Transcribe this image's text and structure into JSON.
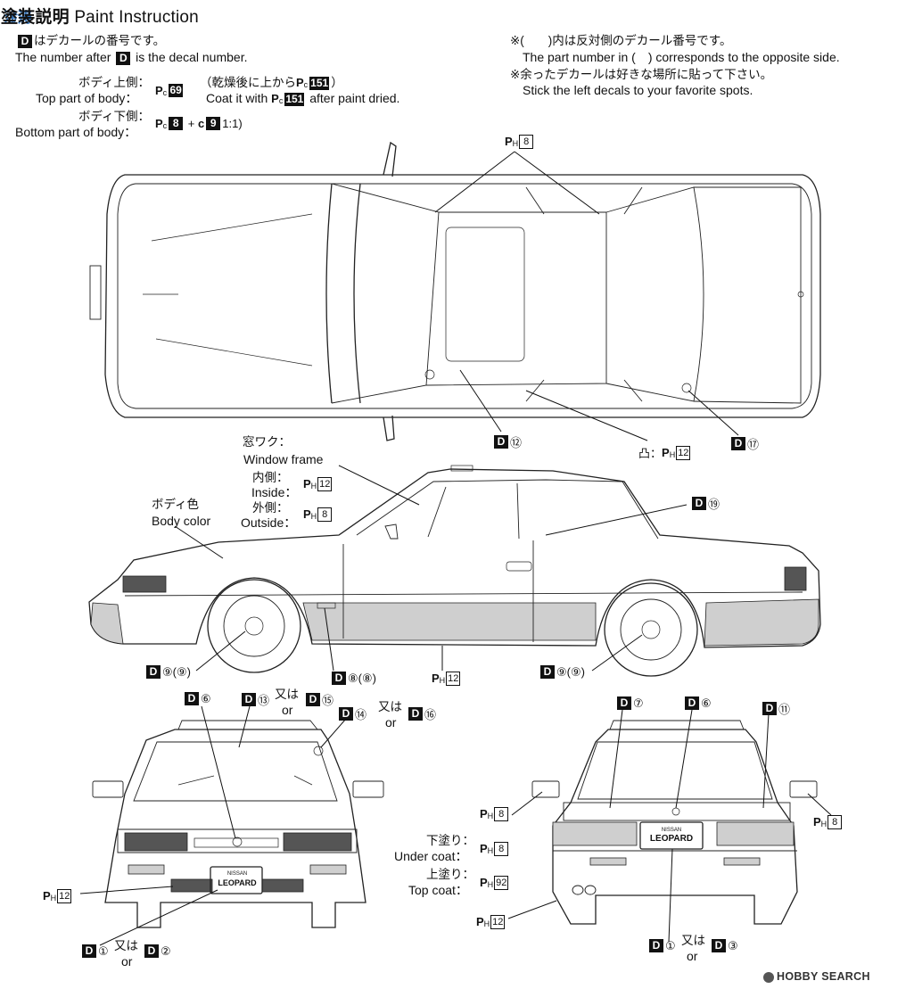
{
  "header": {
    "watermark": "淦涛",
    "title_jp": "塗装説明",
    "title_en": "Paint Instruction"
  },
  "note_decal": {
    "badge": "D",
    "jp": "はデカールの番号です。",
    "en_pre": "The number after",
    "en_post": "is the decal number."
  },
  "note_opposite": {
    "jp_pre": "※(　　)内は反対側のデカール番号です。",
    "en": "The part number in (　) corresponds to the opposite side.",
    "jp2": "※余ったデカールは好きな場所に貼って下さい。",
    "en2": "Stick the left decals to your favorite spots."
  },
  "paint_spec": {
    "top_jp": "ボディ上側：",
    "top_en": "Top part of body：",
    "top_code": "69",
    "top_note_jp": "（乾燥後に上から",
    "top_note_code": "151",
    "top_note_end": "）",
    "top_note_en_pre": "Coat it with",
    "top_note_en_post": "after paint dried.",
    "bottom_jp": "ボディ下側：",
    "bottom_en": "Bottom part of body：",
    "bottom_code1": "8",
    "bottom_code2": "9",
    "bottom_ratio": "1:1)",
    "pc": "Pc",
    "c": "c"
  },
  "top_view": {
    "roof_code": "8",
    "decal_left": "⑫",
    "decal_right": "⑰",
    "sunroof_symbol": "凸：",
    "sunroof_code": "12",
    "ph": "PH"
  },
  "side_view": {
    "window_frame_jp": "窓ワク：",
    "window_frame_en": "Window frame",
    "inside_jp": "内側：",
    "inside_en": "Inside：",
    "inside_code": "12",
    "outside_jp": "外側：",
    "outside_en": "Outside：",
    "outside_code": "8",
    "body_color_jp": "ボディ色",
    "body_color_en": "Body color",
    "decal_window": "⑲",
    "wheel_front": "⑨",
    "wheel_front_opp": "(⑨)",
    "emblem": "⑧",
    "emblem_opp": "(⑧)",
    "sill_code": "12",
    "wheel_rear": "⑨",
    "wheel_rear_opp": "(⑨)"
  },
  "front_view": {
    "d6": "⑥",
    "d13": "⑬",
    "or_jp": "又は",
    "or_en": "or",
    "d15": "⑮",
    "d14": "⑭",
    "d16": "⑯",
    "bumper_code": "12",
    "d1": "①",
    "d2": "②",
    "plate_make": "NISSAN",
    "plate_model": "LEOPARD"
  },
  "rear_view": {
    "d7": "⑦",
    "d6": "⑥",
    "d11": "⑪",
    "mirror_left_code": "8",
    "mirror_right_code": "8",
    "under_coat_jp": "下塗り：",
    "under_coat_en": "Under coat：",
    "under_coat_code": "8",
    "top_coat_jp": "上塗り：",
    "top_coat_en": "Top coat：",
    "top_coat_code": "92",
    "exhaust_code": "12",
    "d1": "①",
    "d3": "③",
    "or_jp": "又は",
    "or_en": "or",
    "plate_make": "NISSAN",
    "plate_model": "LEOPARD"
  },
  "footer": {
    "logo_text": "HOBBY SEARCH"
  }
}
